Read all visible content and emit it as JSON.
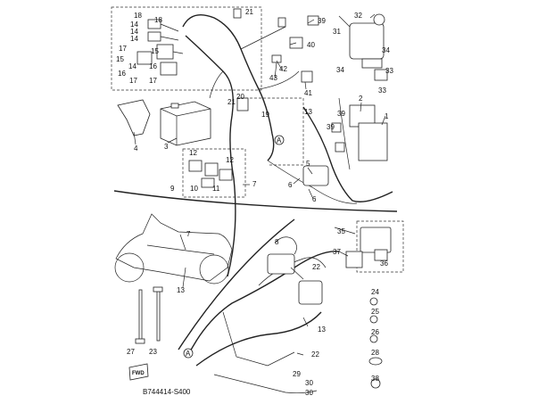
{
  "diagram": {
    "code": "B744414-S400",
    "fwd_label": "FWD",
    "connector_label": "A",
    "callouts": [
      {
        "id": "c1",
        "text": "1"
      },
      {
        "id": "c2",
        "text": "2"
      },
      {
        "id": "c3",
        "text": "3"
      },
      {
        "id": "c4",
        "text": "4"
      },
      {
        "id": "c5",
        "text": "5"
      },
      {
        "id": "c6a",
        "text": "6"
      },
      {
        "id": "c6b",
        "text": "6"
      },
      {
        "id": "c7a",
        "text": "7"
      },
      {
        "id": "c7b",
        "text": "7"
      },
      {
        "id": "c8",
        "text": "8"
      },
      {
        "id": "c9",
        "text": "9"
      },
      {
        "id": "c10",
        "text": "10"
      },
      {
        "id": "c11",
        "text": "11"
      },
      {
        "id": "c12a",
        "text": "12"
      },
      {
        "id": "c12b",
        "text": "12"
      },
      {
        "id": "c13a",
        "text": "13"
      },
      {
        "id": "c13b",
        "text": "13"
      },
      {
        "id": "c13c",
        "text": "13"
      },
      {
        "id": "c14a",
        "text": "14"
      },
      {
        "id": "c14b",
        "text": "14"
      },
      {
        "id": "c14c",
        "text": "14"
      },
      {
        "id": "c14d",
        "text": "14"
      },
      {
        "id": "c15a",
        "text": "15"
      },
      {
        "id": "c15b",
        "text": "15"
      },
      {
        "id": "c16a",
        "text": "16"
      },
      {
        "id": "c16b",
        "text": "16"
      },
      {
        "id": "c17a",
        "text": "17"
      },
      {
        "id": "c17b",
        "text": "17"
      },
      {
        "id": "c17c",
        "text": "17"
      },
      {
        "id": "c18a",
        "text": "18"
      },
      {
        "id": "c18b",
        "text": "18"
      },
      {
        "id": "c19",
        "text": "19"
      },
      {
        "id": "c20",
        "text": "20"
      },
      {
        "id": "c21a",
        "text": "21"
      },
      {
        "id": "c21b",
        "text": "21"
      },
      {
        "id": "c22a",
        "text": "22"
      },
      {
        "id": "c22b",
        "text": "22"
      },
      {
        "id": "c23",
        "text": "23"
      },
      {
        "id": "c24",
        "text": "24"
      },
      {
        "id": "c25",
        "text": "25"
      },
      {
        "id": "c26",
        "text": "26"
      },
      {
        "id": "c27",
        "text": "27"
      },
      {
        "id": "c28",
        "text": "28"
      },
      {
        "id": "c29",
        "text": "29"
      },
      {
        "id": "c30a",
        "text": "30"
      },
      {
        "id": "c30b",
        "text": "30"
      },
      {
        "id": "c31",
        "text": "31"
      },
      {
        "id": "c32",
        "text": "32"
      },
      {
        "id": "c33a",
        "text": "33"
      },
      {
        "id": "c33b",
        "text": "33"
      },
      {
        "id": "c34a",
        "text": "34"
      },
      {
        "id": "c34b",
        "text": "34"
      },
      {
        "id": "c35",
        "text": "35"
      },
      {
        "id": "c36",
        "text": "36"
      },
      {
        "id": "c37",
        "text": "37"
      },
      {
        "id": "c38",
        "text": "38"
      },
      {
        "id": "c39a",
        "text": "39"
      },
      {
        "id": "c39b",
        "text": "39"
      },
      {
        "id": "c39c",
        "text": "39"
      },
      {
        "id": "c40",
        "text": "40"
      },
      {
        "id": "c41",
        "text": "41"
      },
      {
        "id": "c42",
        "text": "42"
      },
      {
        "id": "c43",
        "text": "43"
      }
    ]
  }
}
